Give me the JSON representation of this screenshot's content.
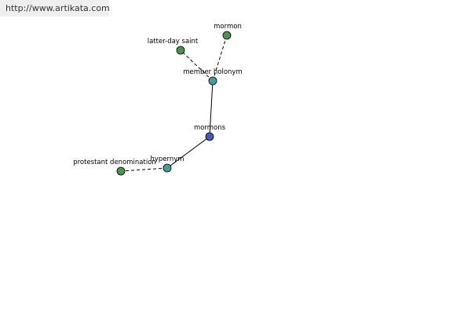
{
  "watermark": "http://www.artikata.com",
  "colors": {
    "center": "#4a5aaa",
    "relation": "#4a9a9a",
    "leaf": "#4f8f4f"
  },
  "graph": {
    "nodes": [
      {
        "id": "mormons",
        "label": "mormons",
        "kind": "center"
      },
      {
        "id": "member-holonym",
        "label": "member holonym",
        "kind": "relation"
      },
      {
        "id": "latter-day-saint",
        "label": "latter-day saint",
        "kind": "leaf"
      },
      {
        "id": "mormon",
        "label": "mormon",
        "kind": "leaf"
      },
      {
        "id": "hypernym",
        "label": "hypernym",
        "kind": "relation"
      },
      {
        "id": "protestant-denomination",
        "label": "protestant denomination",
        "kind": "leaf"
      }
    ],
    "edges": [
      {
        "from": "mormons",
        "to": "member-holonym",
        "style": "solid"
      },
      {
        "from": "member-holonym",
        "to": "latter-day-saint",
        "style": "dashed"
      },
      {
        "from": "member-holonym",
        "to": "mormon",
        "style": "dashed"
      },
      {
        "from": "mormons",
        "to": "hypernym",
        "style": "solid"
      },
      {
        "from": "hypernym",
        "to": "protestant-denomination",
        "style": "dashed"
      }
    ]
  }
}
